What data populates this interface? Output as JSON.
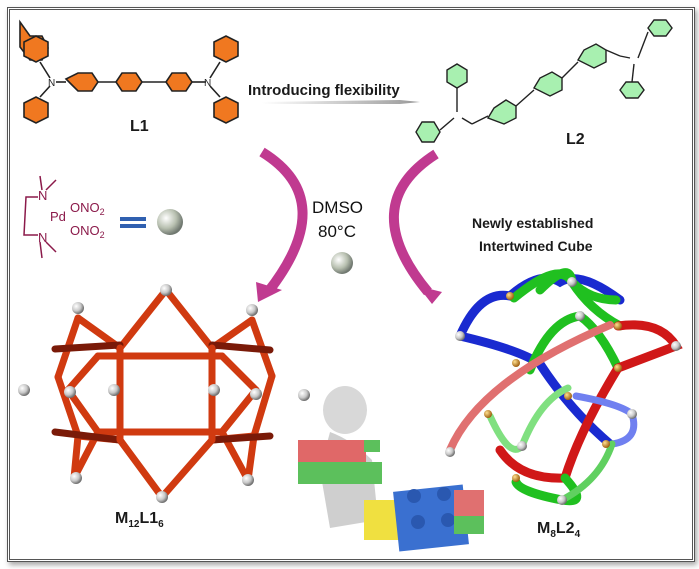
{
  "ligands": {
    "l1": {
      "label": "L1",
      "color": "#f07820"
    },
    "l2": {
      "label": "L2",
      "color": "#a8f0b0"
    }
  },
  "transformation": {
    "label": "Introducing flexibility"
  },
  "metal_precursor": {
    "metal": "Pd",
    "ligand_1": "ONO",
    "ligand_2": "ONO",
    "subscript": "2",
    "atom_n": "N",
    "color": "#8b1a4a",
    "equals_color": "#3060b0"
  },
  "conditions": {
    "solvent": "DMSO",
    "temperature": "80°C"
  },
  "products": {
    "cage_1": {
      "label_main": "M",
      "sub_1": "12",
      "label_mid": "L1",
      "sub_2": "6",
      "color": "#d03a10"
    },
    "cage_2": {
      "title_line1": "Newly established",
      "title_line2": "Intertwined Cube",
      "label_main": "M",
      "sub_1": "8",
      "label_mid": "L2",
      "sub_2": "4",
      "colors": [
        "#1a2ad0",
        "#20c020",
        "#d01818"
      ]
    }
  },
  "arrow_color": "#c03a90"
}
